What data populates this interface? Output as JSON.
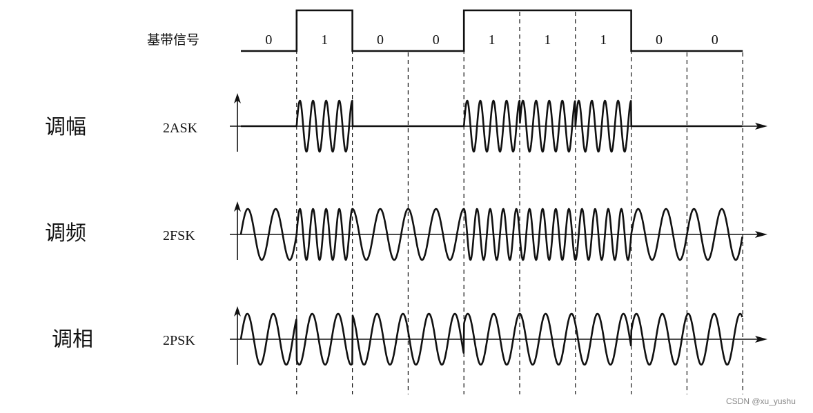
{
  "diagram": {
    "baseband_title": "基带信号",
    "bits": [
      "0",
      "1",
      "0",
      "0",
      "1",
      "1",
      "1",
      "0",
      "0"
    ],
    "rows": [
      {
        "key": "ask",
        "title": "调幅",
        "label": "2ASK"
      },
      {
        "key": "fsk",
        "title": "调频",
        "label": "2FSK"
      },
      {
        "key": "psk",
        "title": "调相",
        "label": "2PSK"
      }
    ],
    "watermark": "CSDN @xu_yushu"
  }
}
